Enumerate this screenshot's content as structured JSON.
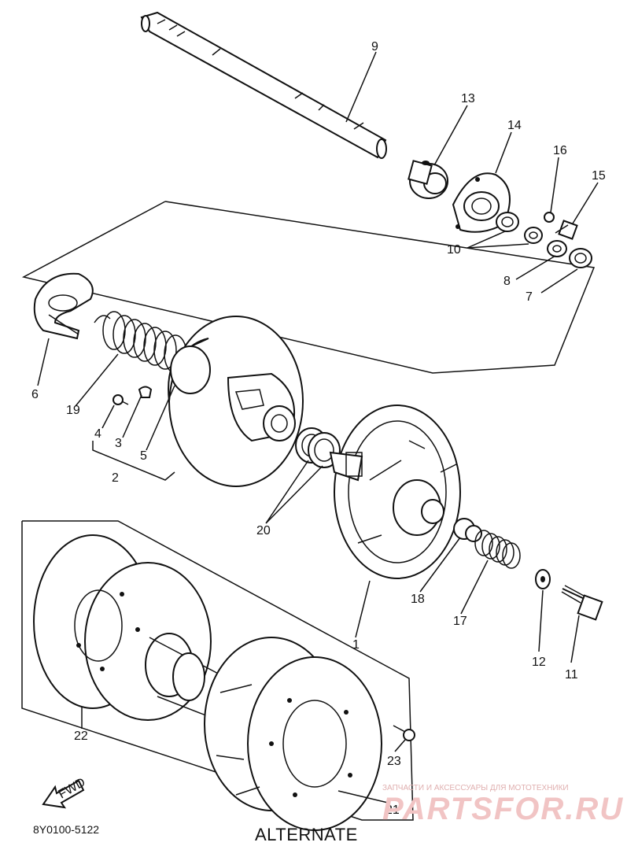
{
  "diagram": {
    "reference_code": "8Y0100-5122",
    "alternate_label": "ALTERNATE",
    "fwd_label": "FWD",
    "watermark": {
      "line1": "ЗАПЧАСТИ И АКСЕССУАРЫ ДЛЯ МОТОТЕХНИКИ",
      "line2": "PARTSFOR.RU"
    },
    "callouts": {
      "c1": "1",
      "c2": "2",
      "c3": "3",
      "c4": "4",
      "c5": "5",
      "c6": "6",
      "c7": "7",
      "c8": "8",
      "c9": "9",
      "c10": "10",
      "c11": "11",
      "c12": "12",
      "c13": "13",
      "c14": "14",
      "c15": "15",
      "c16": "16",
      "c17": "17",
      "c18": "18",
      "c19": "19",
      "c20": "20",
      "c21": "21",
      "c22": "22",
      "c23": "23"
    }
  }
}
